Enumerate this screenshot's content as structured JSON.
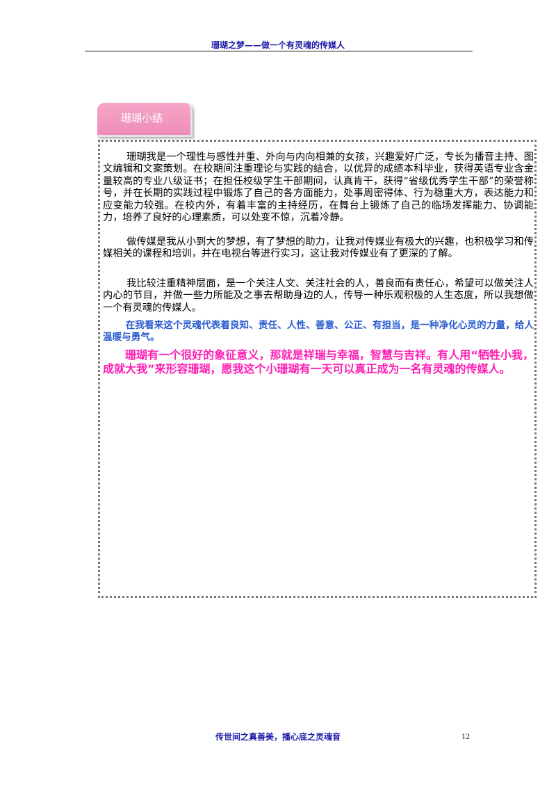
{
  "header": {
    "title": "珊瑚之梦——做一个有灵魂的传媒人"
  },
  "section": {
    "tab_label": "珊瑚小结",
    "paragraphs": [
      "珊瑚我是一个理性与感性并重、外向与内向相兼的女孩，兴趣爱好广泛，专长为播音主持、图文编辑和文案策划。在校期间注重理论与实践的结合，以优异的成绩本科毕业，获得英语专业含金量较高的专业八级证书；在担任校级学生干部期间，认真肯干，获得“省级优秀学生干部”的荣誉称号，并在长期的实践过程中锻炼了自己的各方面能力，处事周密得体、行为稳重大方，表达能力和应变能力较强。在校内外，有着丰富的主持经历，在舞台上锻炼了自己的临场发挥能力、协调能力，培养了良好的心理素质，可以处变不惊，沉着冷静。",
      "做传媒是我从小到大的梦想，有了梦想的助力，让我对传媒业有极大的兴趣，也积极学习和传媒相关的课程和培训，并在电视台等进行实习，这让我对传媒业有了更深的了解。",
      "我比较注重精神层面，是一个关注人文、关注社会的人，善良而有责任心，希望可以做关注人内心的节目，并做一些力所能及之事去帮助身边的人，传导一种乐观积极的人生态度，所以我想做一个有灵魂的传媒人。",
      "在我看来这个灵魂代表着良知、责任、人性、善意、公正、有担当，是一种净化心灵的力量，给人温暖与勇气。",
      "珊瑚有一个很好的象征意义，那就是祥瑞与幸福，智慧与吉祥。有人用“牺牲小我，成就大我”来形容珊瑚，愿我这个小珊瑚有一天可以真正成为一名有灵魂的传媒人。"
    ]
  },
  "footer": {
    "text": "传世间之真善美，播心底之灵魂音",
    "page_number": "12"
  },
  "colors": {
    "header_blue": "#1a1aa8",
    "tab_pink": "#f29ac2",
    "highlight_blue": "#2a5ccf",
    "highlight_magenta": "#ff1eb4"
  }
}
